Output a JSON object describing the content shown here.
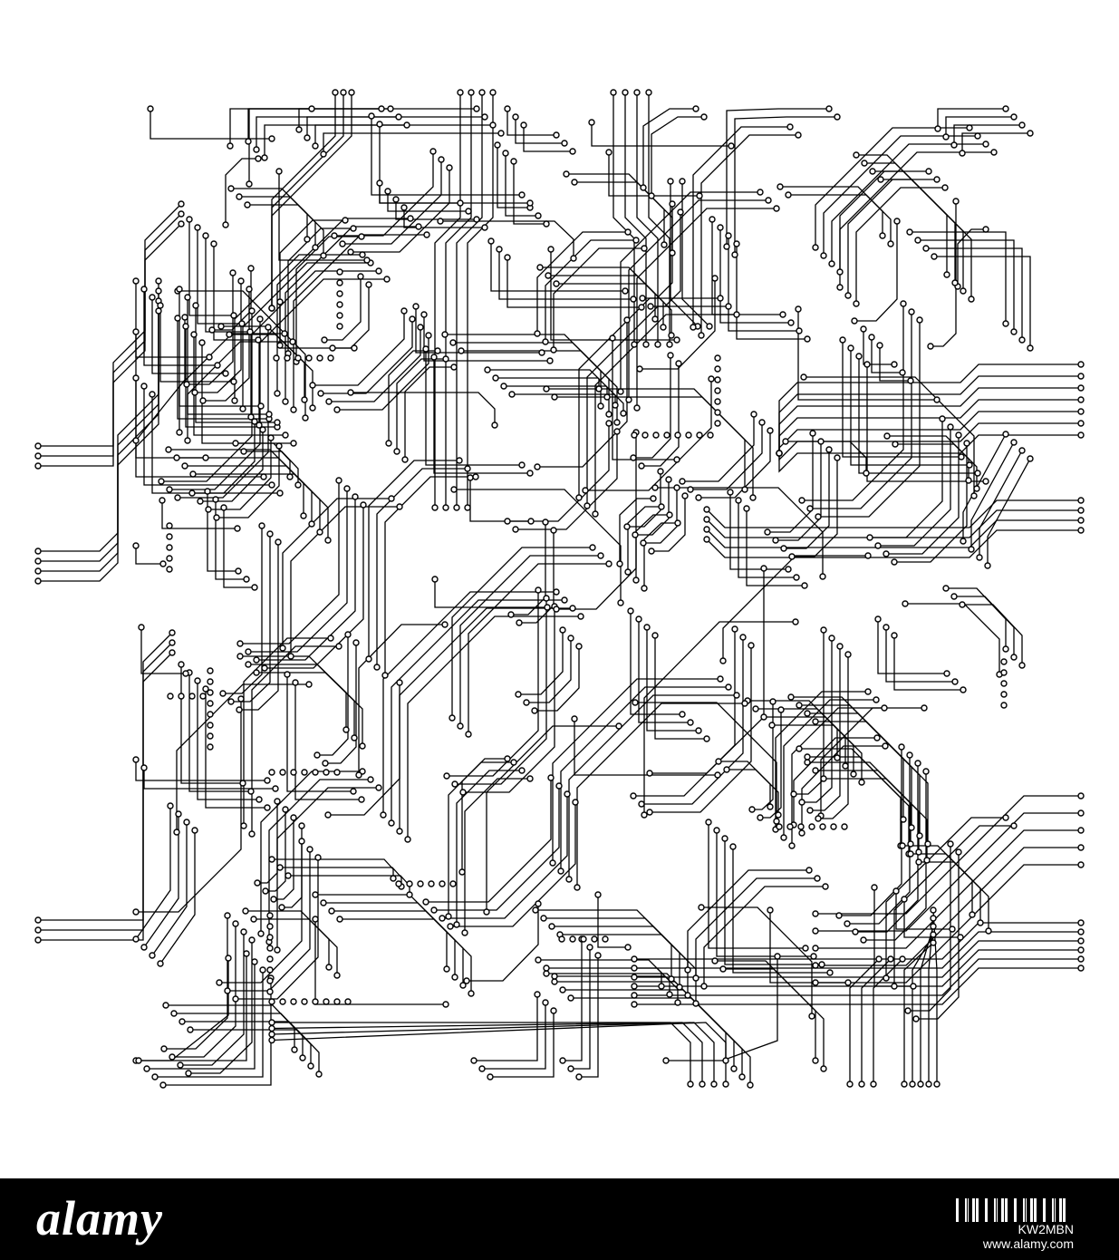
{
  "image": {
    "subject": "circuit-board",
    "colors": {
      "background": "#ffffff",
      "trace": "#000000",
      "footer": "#000000",
      "footer_text": "#ffffff"
    }
  },
  "footer": {
    "brand": "alamy",
    "image_code": "KW2MBN",
    "site": "www.alamy.com"
  }
}
